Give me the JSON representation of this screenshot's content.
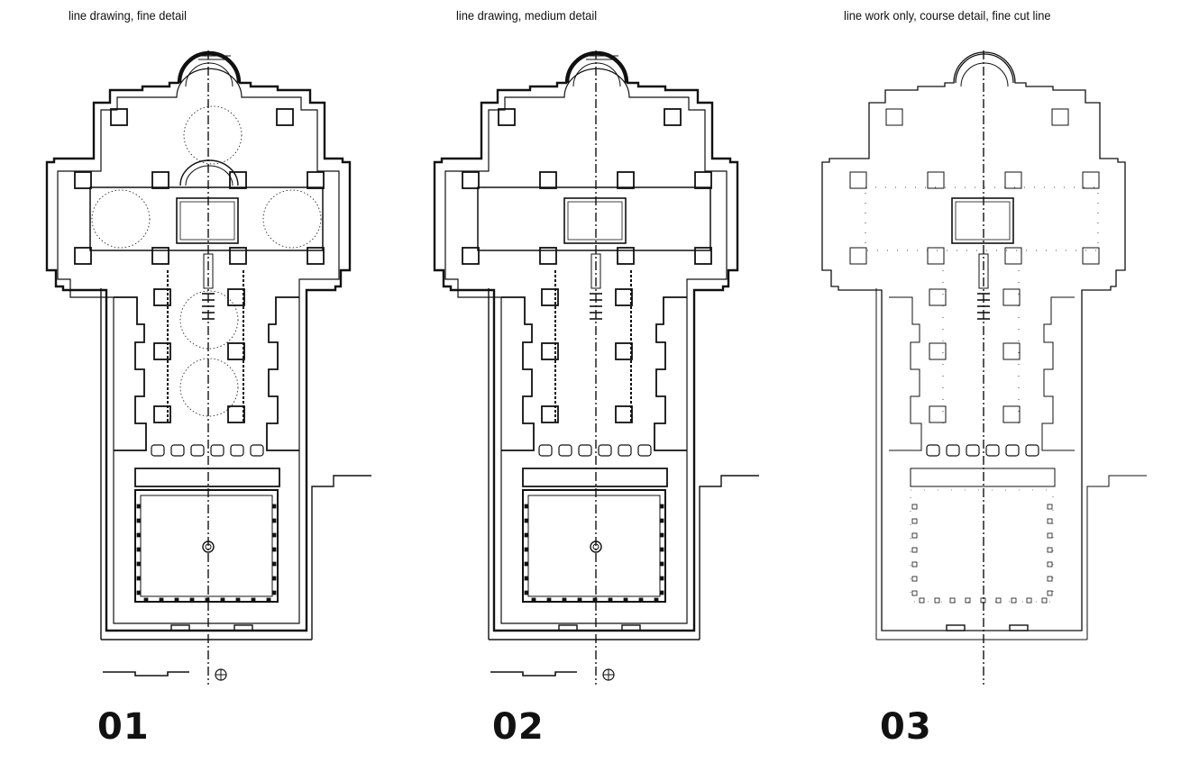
{
  "panels": [
    {
      "caption": "line drawing, fine detail",
      "number": "01",
      "detail": "fine"
    },
    {
      "caption": "line drawing, medium detail",
      "number": "02",
      "detail": "medium"
    },
    {
      "caption": "line work only, course detail, fine cut line",
      "number": "03",
      "detail": "coarse"
    }
  ],
  "colors": {
    "ink": "#111111",
    "hatch": "#444444",
    "background": "#ffffff"
  },
  "icons": {
    "north_marker": "circle-cross-icon",
    "scale_bar": "scale-bar-icon"
  }
}
